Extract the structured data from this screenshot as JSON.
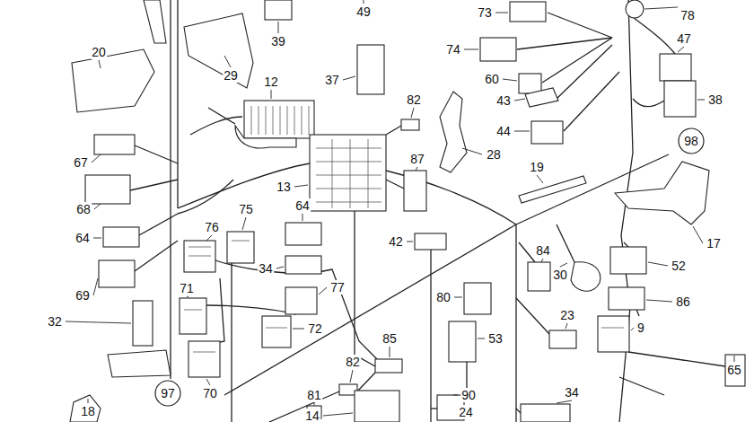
{
  "diagram": {
    "nodes": [
      {
        "text": [
          "97"
        ]
      },
      {
        "text": [
          "98"
        ]
      }
    ],
    "labels": [
      "49",
      "73",
      "78",
      "39",
      "20",
      "29",
      "12",
      "74",
      "47",
      "60",
      "37",
      "82",
      "43",
      "38",
      "67",
      "44",
      "28",
      "87",
      "19",
      "13",
      "68",
      "17",
      "64",
      "76",
      "75",
      "64",
      "42",
      "84",
      "30",
      "52",
      "34",
      "77",
      "80",
      "86",
      "69",
      "71",
      "32",
      "72",
      "23",
      "9",
      "53",
      "85",
      "70",
      "81",
      "82",
      "90",
      "65",
      "18",
      "14",
      "24",
      "34"
    ]
  }
}
